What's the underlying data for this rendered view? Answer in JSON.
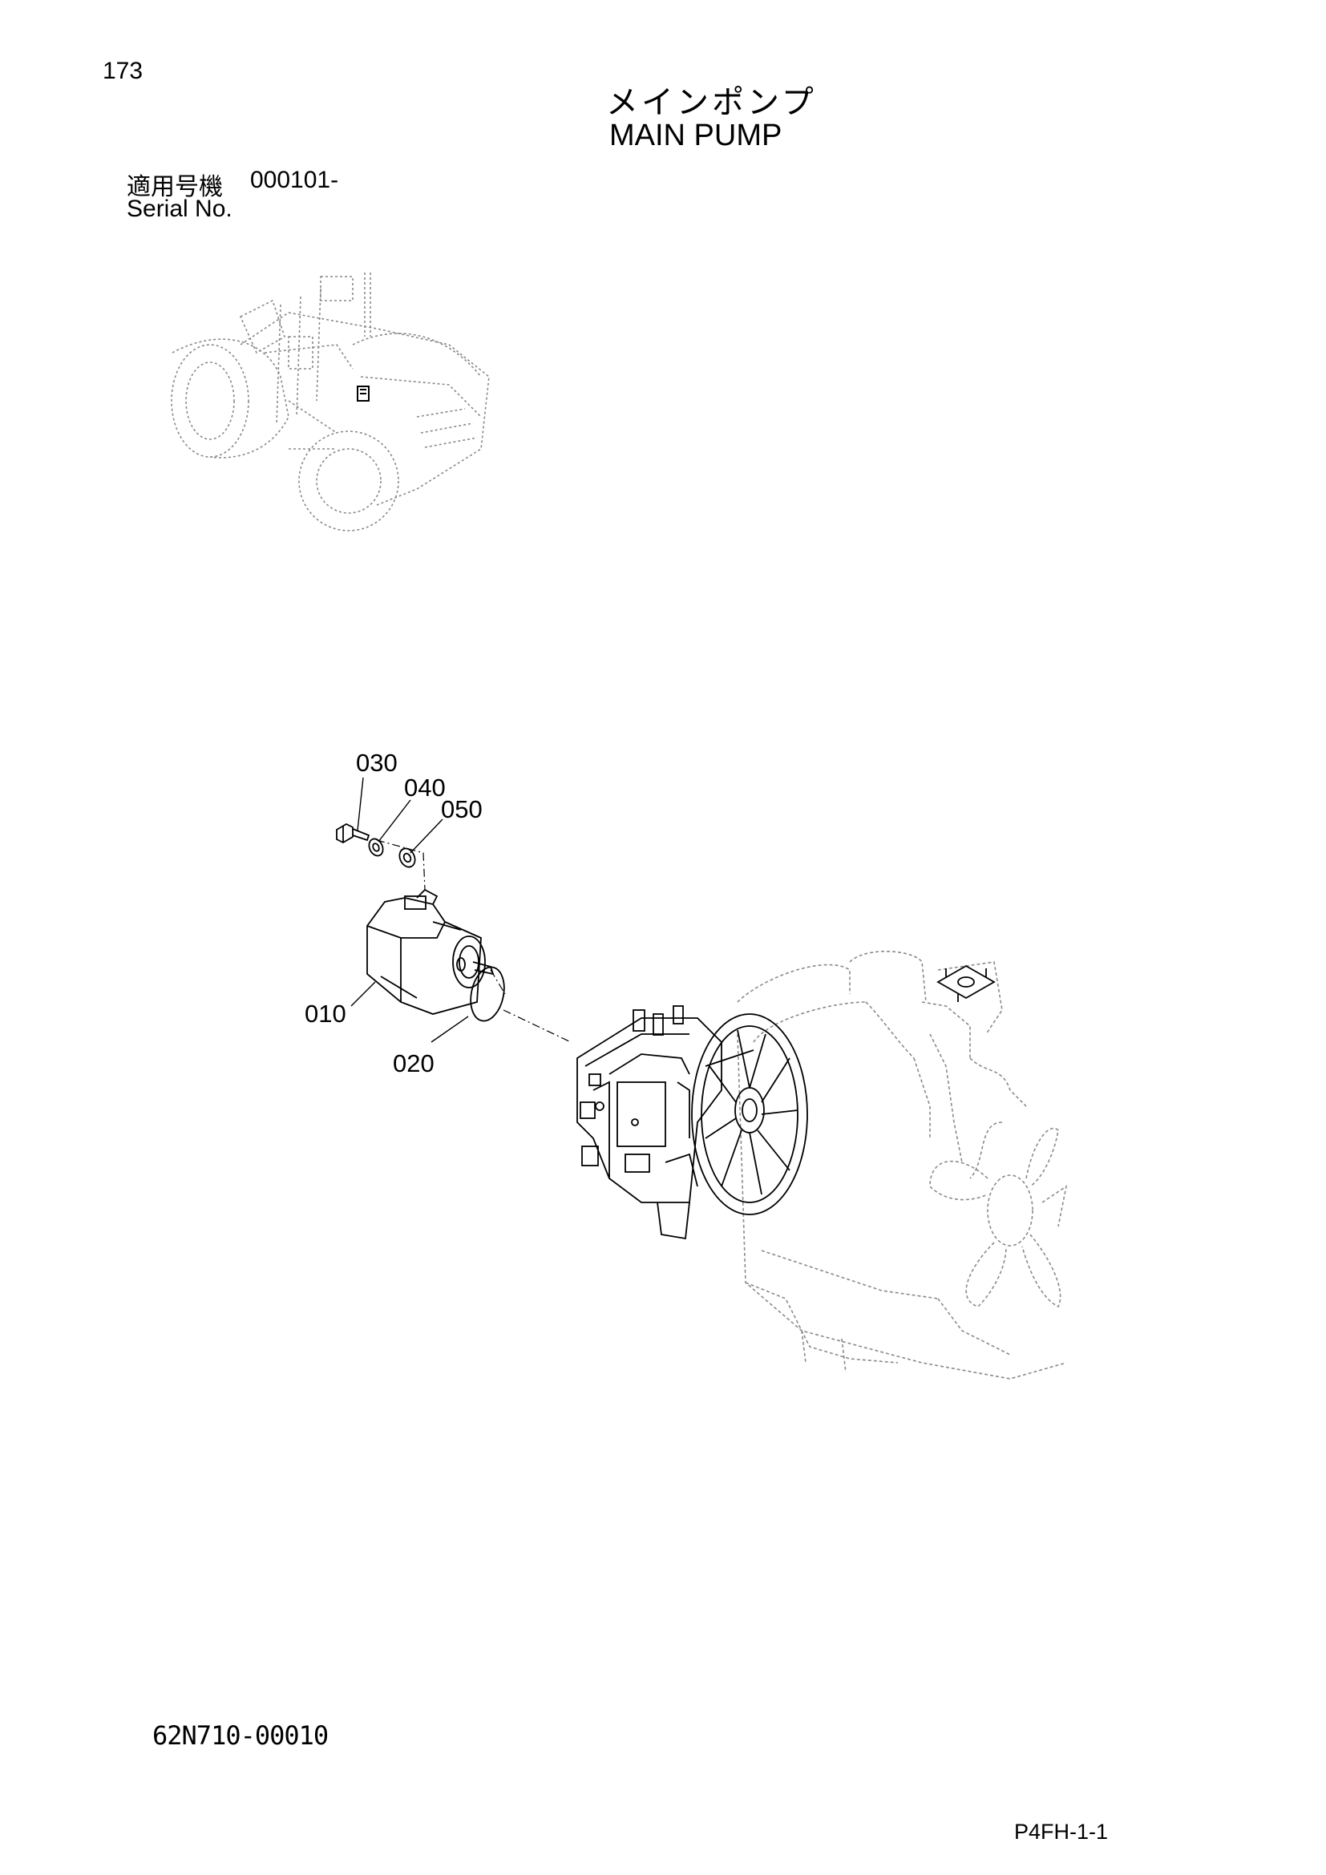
{
  "page": {
    "number": "173",
    "title_ja": "メインポンプ",
    "title_en": "MAIN PUMP",
    "serial_label_ja": "適用号機",
    "serial_value": "000101-",
    "serial_label_en": "Serial No.",
    "document_code": "62N710-00010",
    "page_reference": "P4FH-1-1"
  },
  "diagram": {
    "overview_image": "wheel-loader-locator-icon",
    "main_image": "engine-with-main-pump-exploded-view",
    "callouts": [
      {
        "id": "030",
        "label": "030"
      },
      {
        "id": "040",
        "label": "040"
      },
      {
        "id": "050",
        "label": "050"
      },
      {
        "id": "010",
        "label": "010"
      },
      {
        "id": "020",
        "label": "020"
      }
    ],
    "line_color": "#000000",
    "phantom_color": "#8a8a8a"
  }
}
